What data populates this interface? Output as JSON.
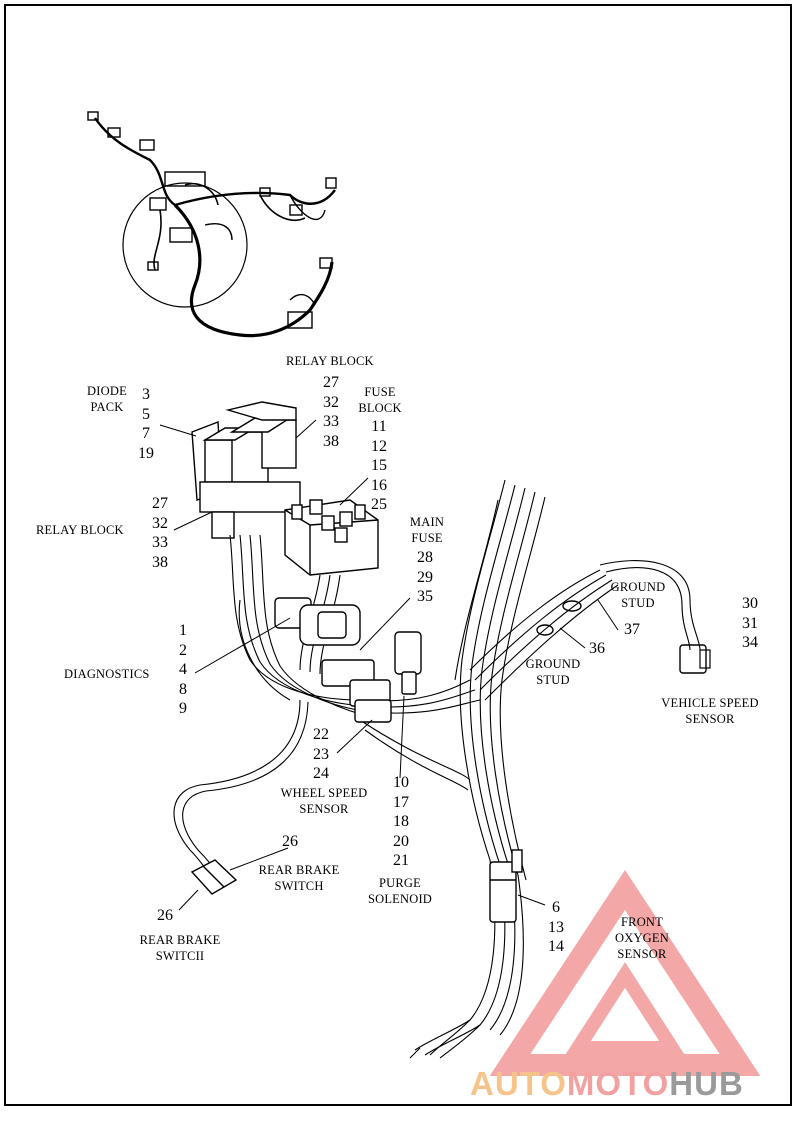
{
  "labels": {
    "relay_block_top": "RELAY BLOCK",
    "diode_pack": "DIODE PACK",
    "relay_block_left": "RELAY BLOCK",
    "fuse_block": "FUSE BLOCK",
    "main_fuse": "MAIN FUSE",
    "ground_stud_upper": "GROUND STUD",
    "ground_stud_lower": "GROUND STUD",
    "diagnostics": "DIAGNOSTICS",
    "vehicle_speed_sensor": "VEHICLE SPEED SENSOR",
    "wheel_speed_sensor": "WHEEL SPEED SENSOR",
    "rear_brake_switch_upper": "REAR BRAKE SWITCH",
    "rear_brake_switch_lower": "REAR BRAKE SWITCII",
    "purge_solenoid": "PURGE SOLENOID",
    "front_oxygen_sensor": "FRONT OXYGEN SENSOR"
  },
  "callouts": {
    "diode_pack": [
      "3",
      "5",
      "7",
      "19"
    ],
    "relay_block_top": [
      "27",
      "32",
      "33",
      "38"
    ],
    "fuse_block": [
      "11",
      "12",
      "15",
      "16",
      "25"
    ],
    "relay_block_left": [
      "27",
      "32",
      "33",
      "38"
    ],
    "main_fuse": [
      "28",
      "29",
      "35"
    ],
    "vehicle_speed_sensor": [
      "30",
      "31",
      "34"
    ],
    "ground_stud_upper": [
      "37"
    ],
    "ground_stud_lower": [
      "36"
    ],
    "diagnostics": [
      "1",
      "2",
      "4",
      "8",
      "9"
    ],
    "wheel_speed_sensor": [
      "22",
      "23",
      "24"
    ],
    "purge_solenoid": [
      "10",
      "17",
      "18",
      "20",
      "21"
    ],
    "rear_brake_switch_upper": [
      "26"
    ],
    "rear_brake_switch_lower": [
      "26"
    ],
    "front_oxygen_sensor": [
      "6",
      "13",
      "14"
    ]
  },
  "watermark": {
    "part1": "AUTO",
    "part2": "MOTO",
    "part3": "HUB",
    "colors": {
      "auto": "#f6c48a",
      "moto": "#f2a0a0",
      "hub": "#9a9a9a",
      "triangle": "#ef7d7d"
    }
  }
}
